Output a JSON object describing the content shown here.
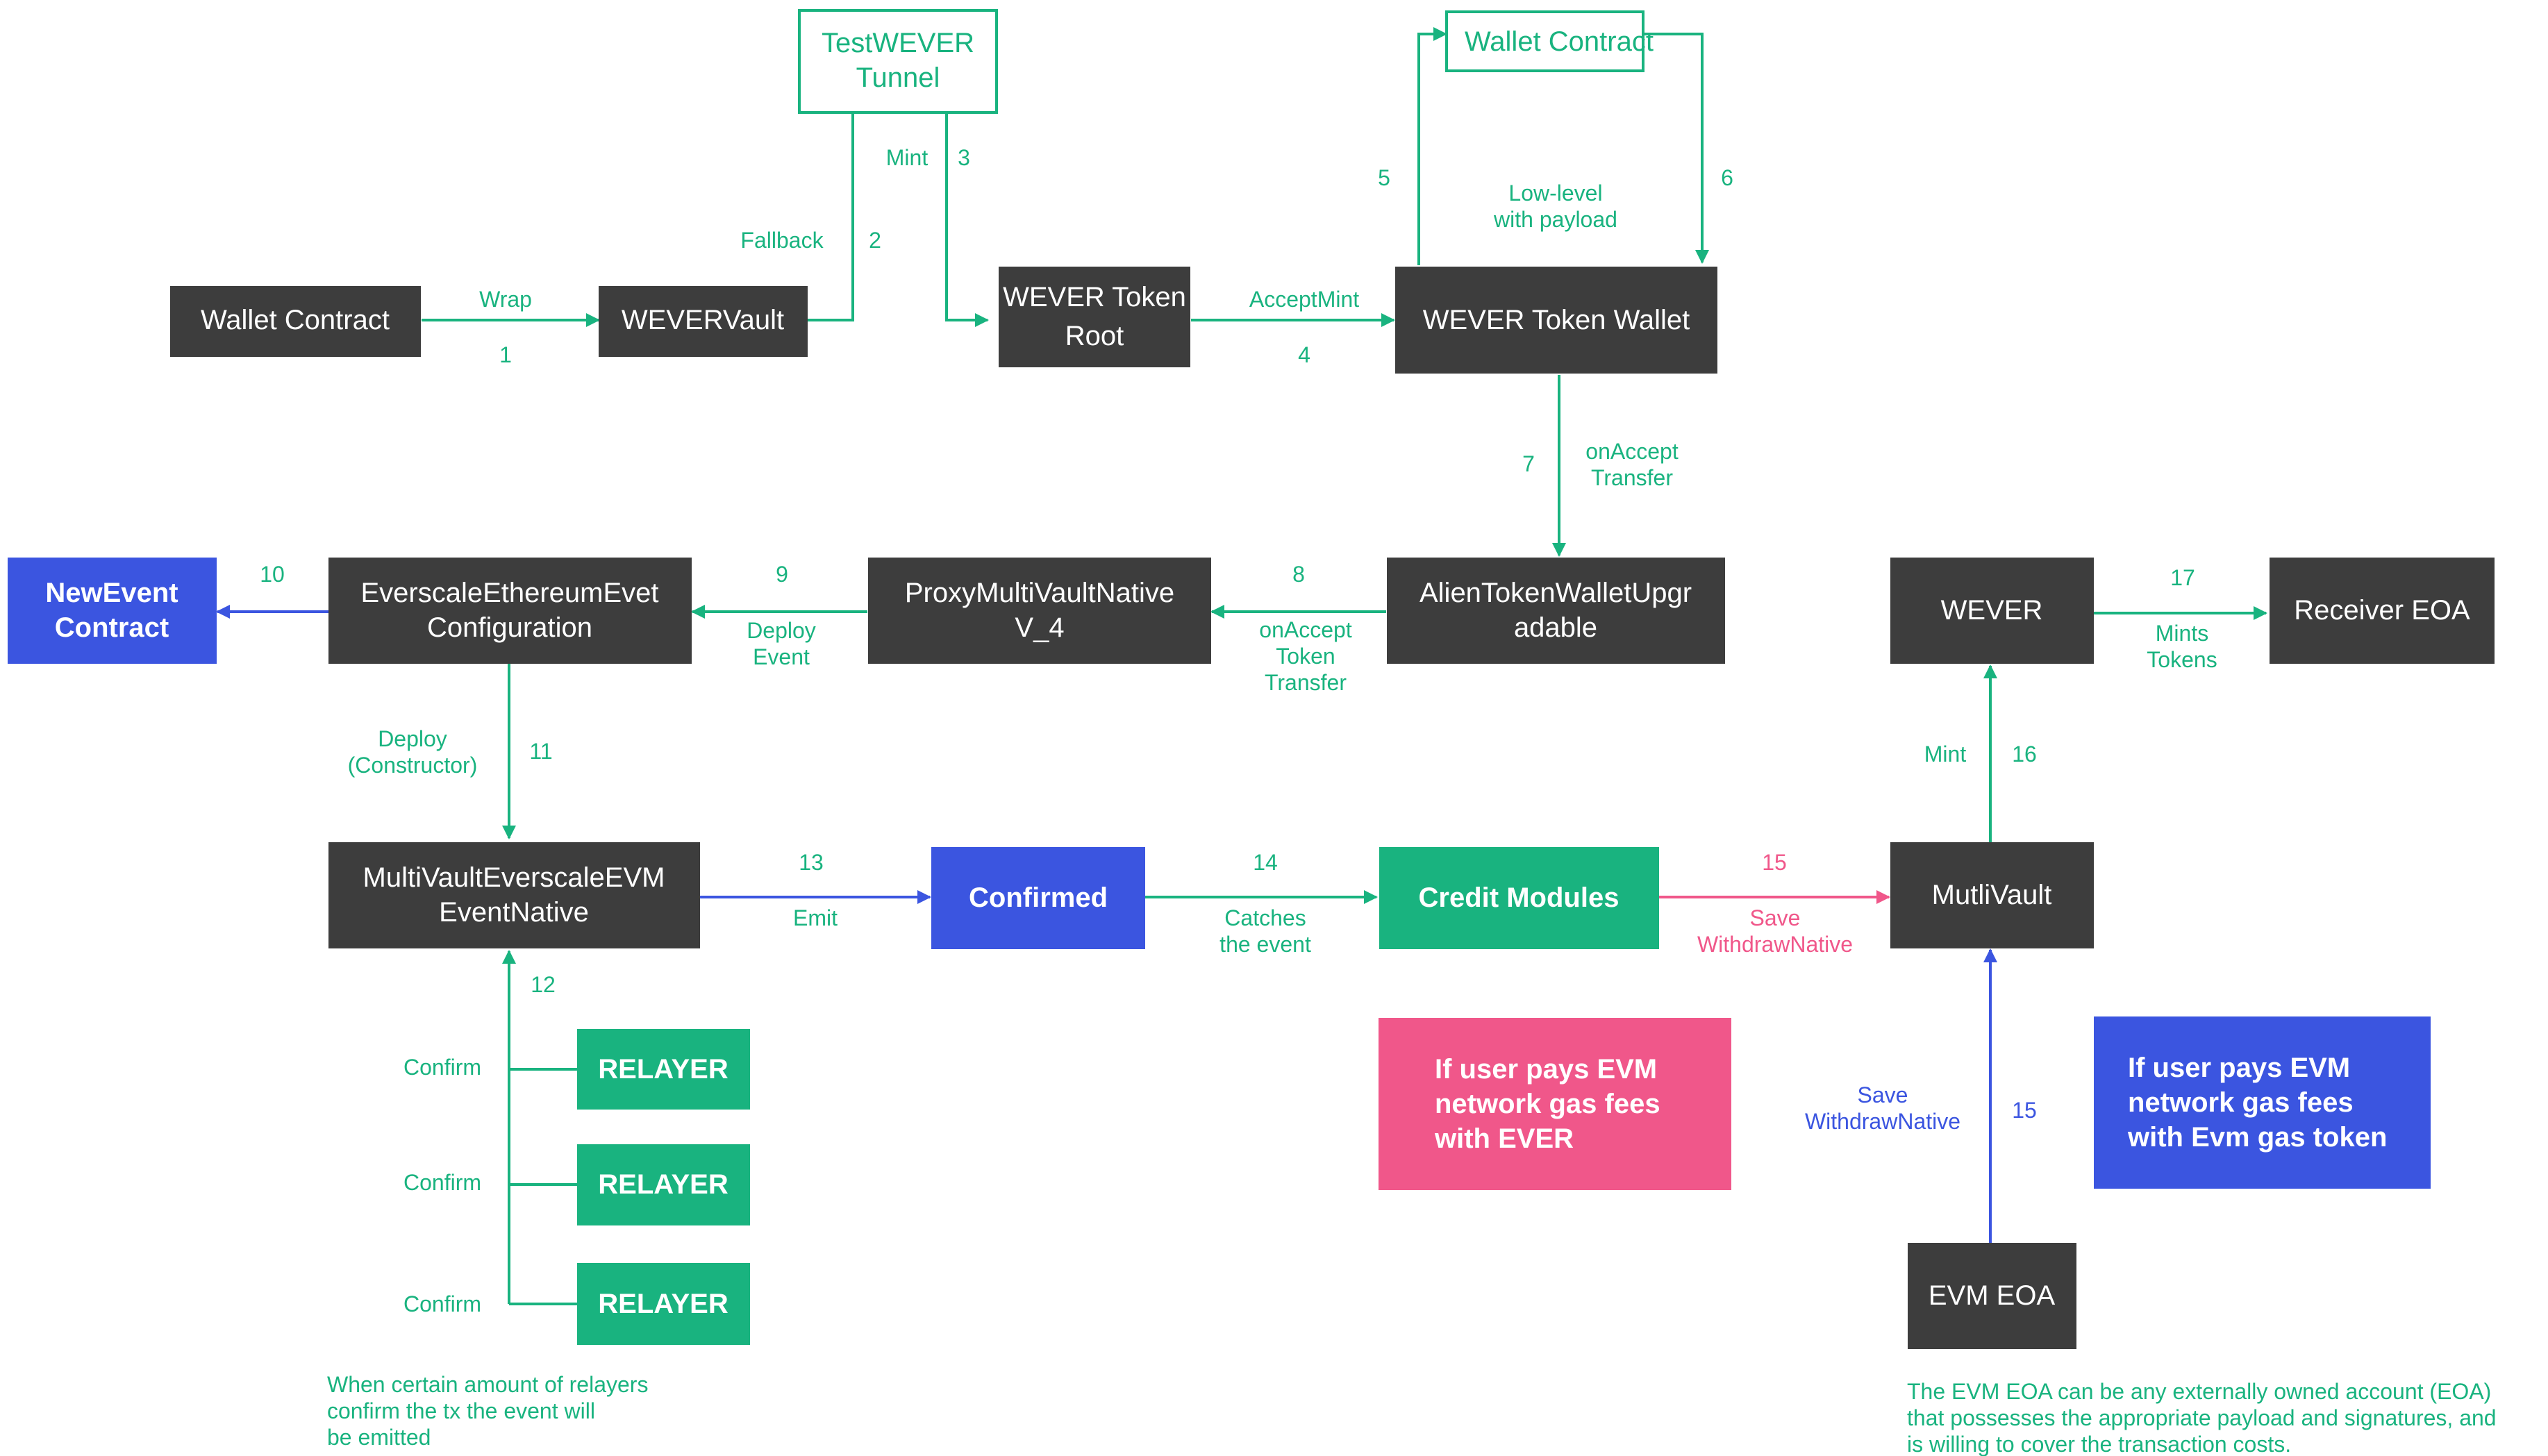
{
  "colors": {
    "dark": "#3d3d3d",
    "green": "#19b37f",
    "blue": "#3b55e0",
    "pink": "#f0578a",
    "white": "#ffffff"
  },
  "nodes": {
    "wallet_contract_left": [
      "Wallet Contract"
    ],
    "wevervault": [
      "WEVERVault"
    ],
    "test_wever_tunnel": [
      "TestWEVER",
      "Tunnel"
    ],
    "wever_token_root": [
      "WEVER Token",
      "Root"
    ],
    "wever_token_wallet": [
      "WEVER Token Wallet"
    ],
    "wallet_contract_top": [
      "Wallet Contract"
    ],
    "alien_token_wallet": [
      "AlienTokenWalletUpgr",
      "adable"
    ],
    "proxy_multivault": [
      "ProxyMultiVaultNative",
      "V_4"
    ],
    "everscale_eth_config": [
      "EverscaleEthereumEvet",
      "Configuration"
    ],
    "new_event_contract": [
      "NewEvent",
      "Contract"
    ],
    "multivault_event": [
      "MultiVaultEverscaleEVM",
      "EventNative"
    ],
    "confirmed": [
      "Confirmed"
    ],
    "credit_modules": [
      "Credit Modules"
    ],
    "multivault": [
      "MutliVault"
    ],
    "wever": [
      "WEVER"
    ],
    "receiver_eoa": [
      "Receiver EOA"
    ],
    "evm_eoa": [
      "EVM EOA"
    ],
    "relayer_1": [
      "RELAYER"
    ],
    "relayer_2": [
      "RELAYER"
    ],
    "relayer_3": [
      "RELAYER"
    ]
  },
  "notes": {
    "pink_note": [
      "If user pays EVM",
      "network gas fees",
      "with EVER"
    ],
    "blue_note": [
      "If user pays EVM",
      "network gas fees",
      "with Evm gas token"
    ]
  },
  "edge_labels": {
    "wrap": [
      "Wrap"
    ],
    "step_1": [
      "1"
    ],
    "fallback": [
      "Fallback"
    ],
    "step_2": [
      "2"
    ],
    "mint_top": [
      "Mint"
    ],
    "step_3": [
      "3"
    ],
    "acceptmint": [
      "AcceptMint"
    ],
    "step_4": [
      "4"
    ],
    "step_5": [
      "5"
    ],
    "low_level": [
      "Low-level",
      "with payload"
    ],
    "step_6": [
      "6"
    ],
    "step_7": [
      "7"
    ],
    "onaccept_transfer": [
      "onAccept",
      "Transfer"
    ],
    "step_8": [
      "8"
    ],
    "onaccept_token_transfer": [
      "onAccept",
      "Token",
      "Transfer"
    ],
    "step_9": [
      "9"
    ],
    "deploy_event": [
      "Deploy",
      "Event"
    ],
    "step_10": [
      "10"
    ],
    "deploy_constructor": [
      "Deploy",
      "(Constructor)"
    ],
    "step_11": [
      "11"
    ],
    "step_12": [
      "12"
    ],
    "step_13": [
      "13"
    ],
    "emit": [
      "Emit"
    ],
    "step_14": [
      "14"
    ],
    "catches": [
      "Catches",
      "the event"
    ],
    "step_15_pink": [
      "15"
    ],
    "save_withdraw_pink": [
      "Save",
      "WithdrawNative"
    ],
    "save_withdraw_blue": [
      "Save",
      "WithdrawNative"
    ],
    "step_15_blue": [
      "15"
    ],
    "mint_right": [
      "Mint"
    ],
    "step_16": [
      "16"
    ],
    "step_17": [
      "17"
    ],
    "mints_tokens": [
      "Mints",
      "Tokens"
    ],
    "confirm_1": [
      "Confirm"
    ],
    "confirm_2": [
      "Confirm"
    ],
    "confirm_3": [
      "Confirm"
    ]
  },
  "footnotes": {
    "relayers_note": [
      "When certain amount of relayers",
      "confirm the tx the event will",
      "be emitted"
    ],
    "eoa_note": [
      "The EVM EOA can be any externally owned account (EOA)",
      "that possesses the appropriate payload and signatures, and",
      "is willing to cover the transaction costs."
    ]
  }
}
